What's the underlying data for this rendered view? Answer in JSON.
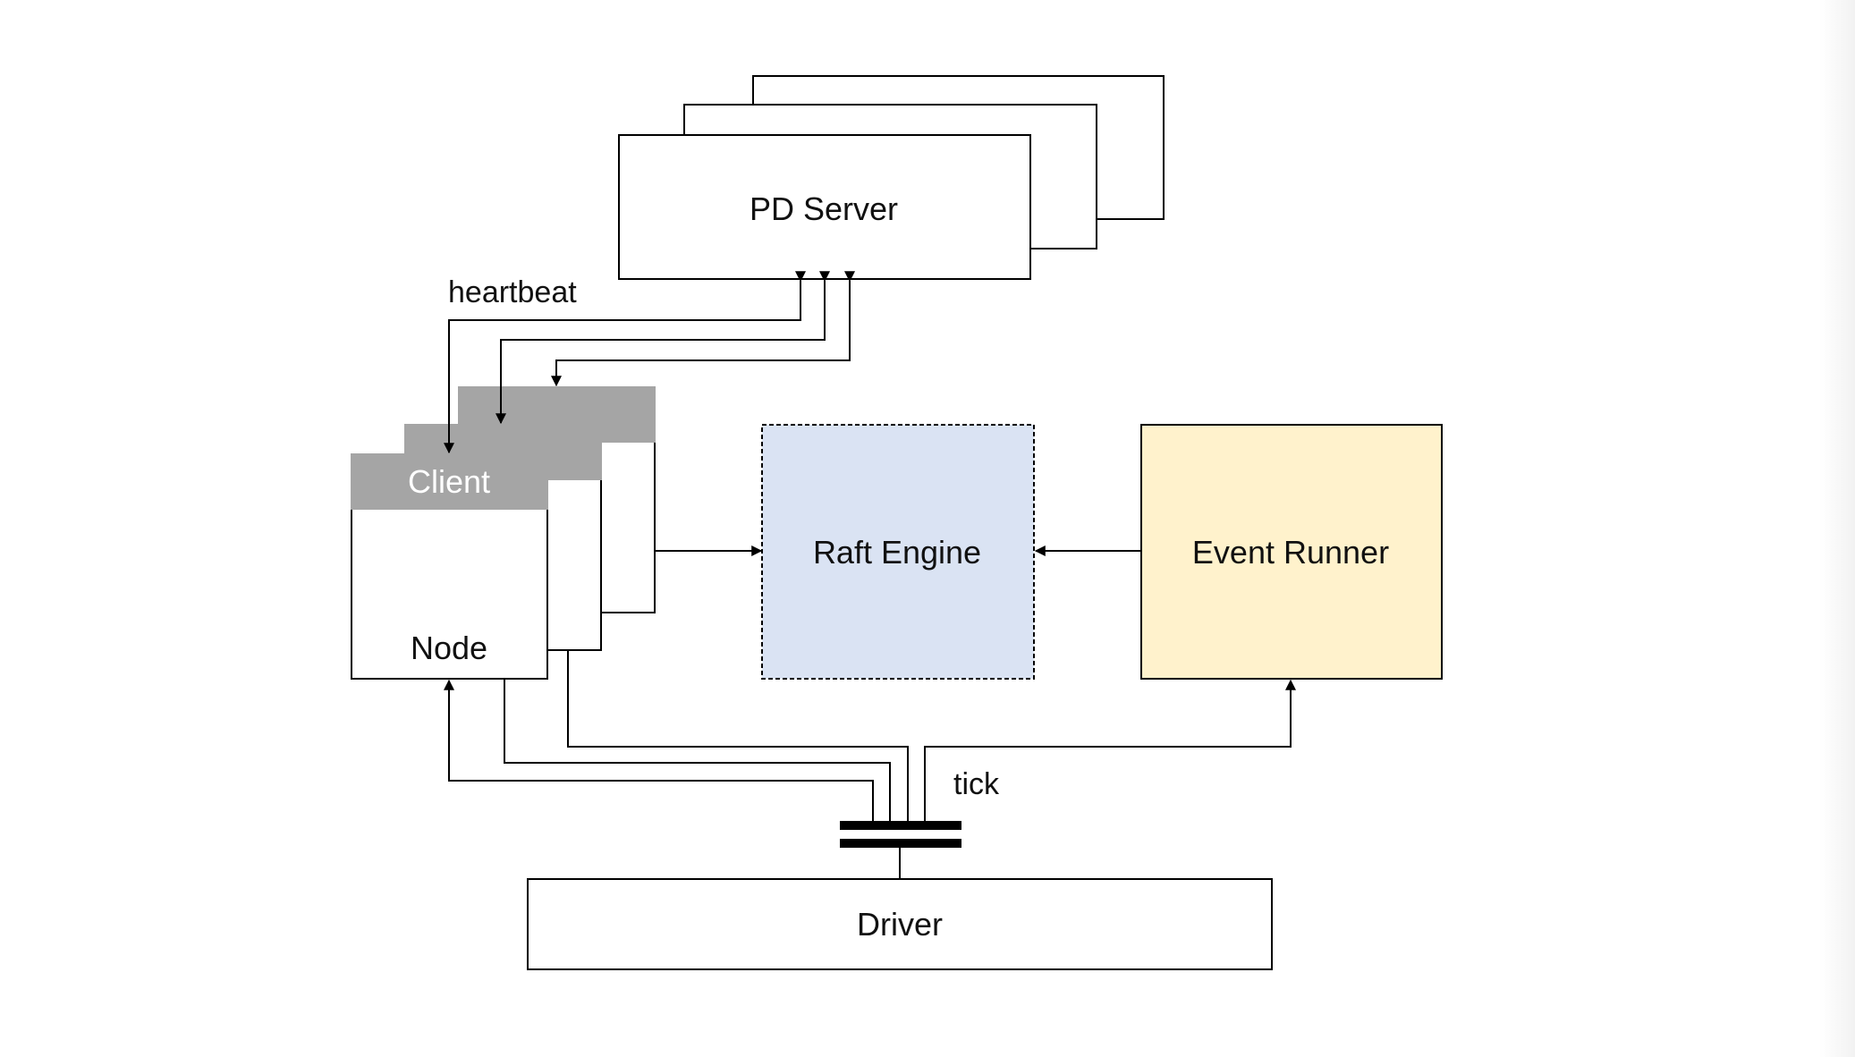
{
  "labels": {
    "pd_server": "PD Server",
    "heartbeat": "heartbeat",
    "client": "Client",
    "node": "Node",
    "raft_engine": "Raft Engine",
    "event_runner": "Event Runner",
    "tick": "tick",
    "driver": "Driver"
  },
  "colors": {
    "line": "#000000",
    "client_header": "#a5a5a5",
    "client_text": "#ffffff",
    "raft_engine_fill": "#dae3f3",
    "event_runner_fill": "#fff2cc"
  }
}
